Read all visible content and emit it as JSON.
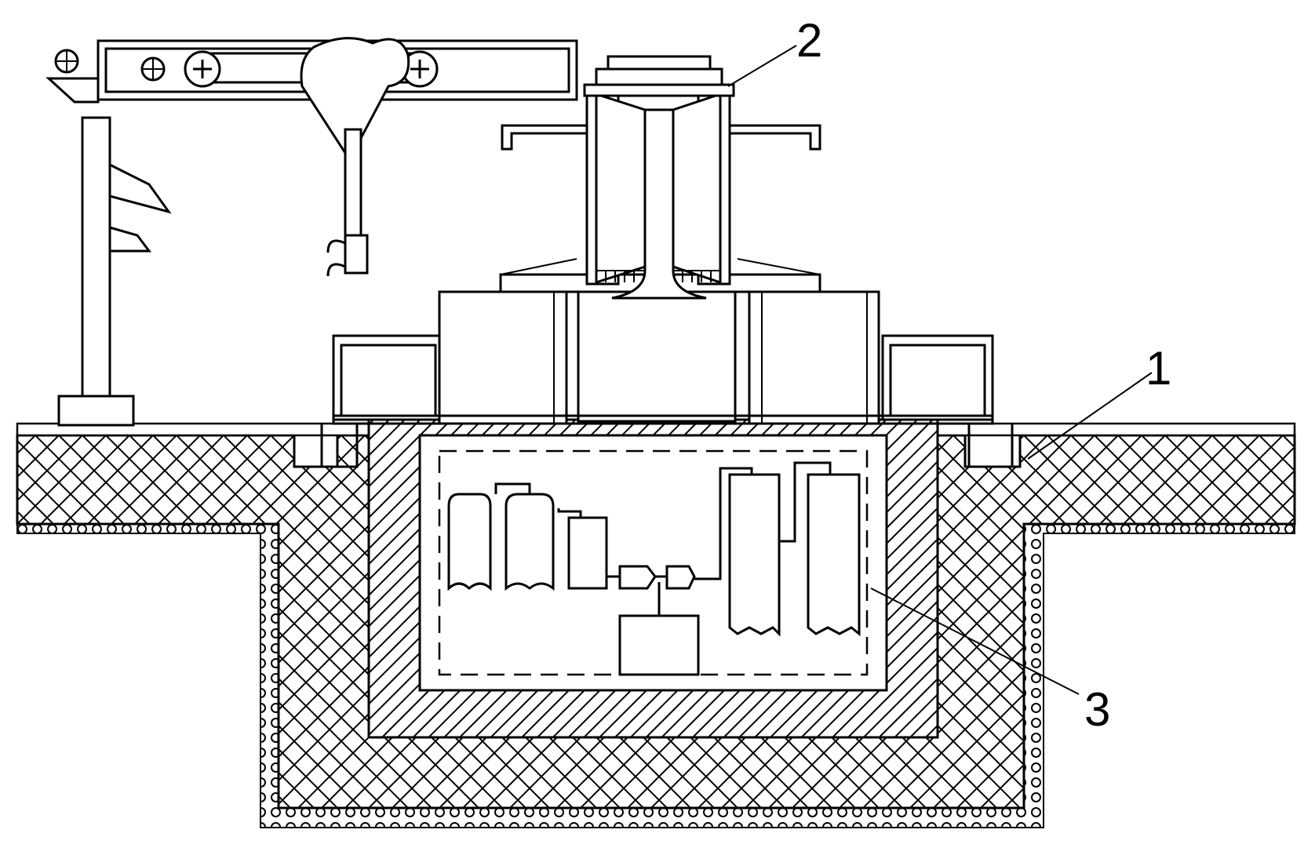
{
  "colors": {
    "ink": "#000000",
    "paper": "#ffffff"
  },
  "callouts": [
    {
      "id": "1",
      "label": "1"
    },
    {
      "id": "2",
      "label": "2"
    },
    {
      "id": "3",
      "label": "3"
    }
  ]
}
